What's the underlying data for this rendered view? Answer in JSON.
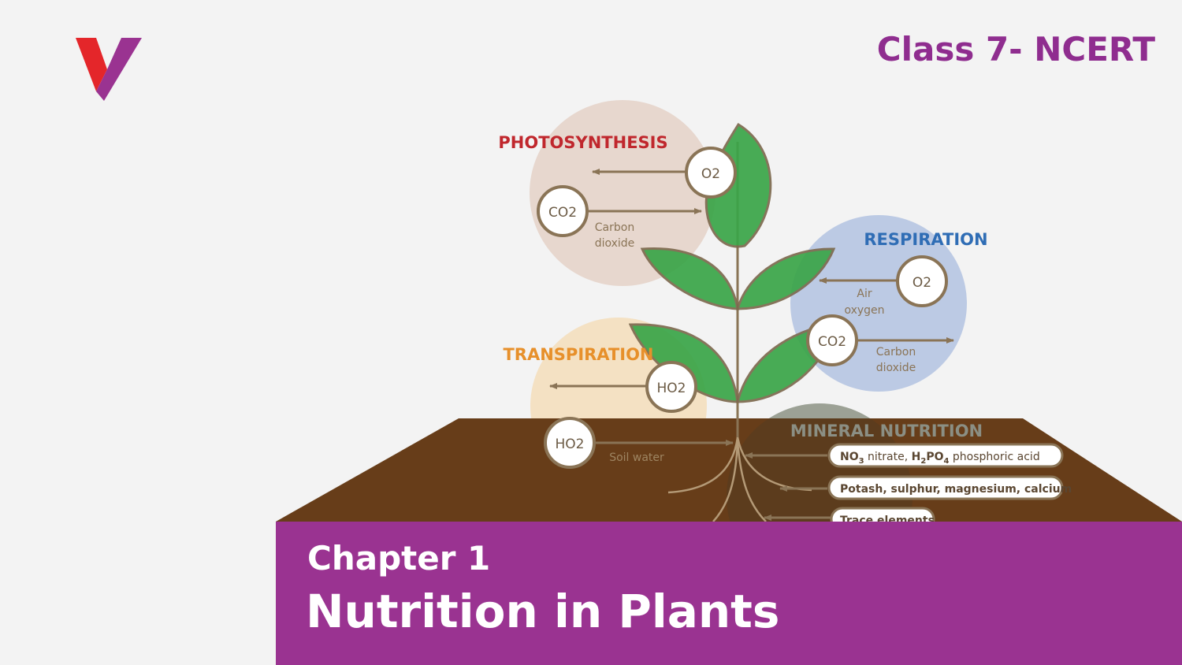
{
  "header": {
    "course": "Class 7- NCERT",
    "logo_icon": "v-brand-logo"
  },
  "diagram": {
    "photosynthesis": {
      "title": "PHOTOSYNTHESIS",
      "o2": "O2",
      "co2": "CO2",
      "co2_label_line1": "Carbon",
      "co2_label_line2": "dioxide"
    },
    "respiration": {
      "title": "RESPIRATION",
      "o2": "O2",
      "o2_label_line1": "Air",
      "o2_label_line2": "oxygen",
      "co2": "CO2",
      "co2_label_line1": "Carbon",
      "co2_label_line2": "dioxide"
    },
    "transpiration": {
      "title": "TRANSPIRATION",
      "leaf_bubble": "HO2",
      "soil_bubble": "HO2",
      "soil_label": "Soil water"
    },
    "mineral_nutrition": {
      "title": "MINERAL NUTRITION",
      "item1_part1": "NO",
      "item1_sub1": "3",
      "item1_part2": " nitrate, ",
      "item1_part3": "H",
      "item1_sub2": "2",
      "item1_part4": "PO",
      "item1_sub3": "4",
      "item1_part5": " phosphoric acid",
      "item2": "Potash, sulphur, magnesium, calcium",
      "item3": "Trace elements"
    },
    "colors": {
      "photosynthesis": "#c0272d",
      "respiration": "#2f6db5",
      "transpiration": "#e7902b",
      "mineral": "#8b8f84",
      "soil": "#6a3f1c",
      "leaf": "#3aa548"
    }
  },
  "banner": {
    "chapter": "Chapter 1",
    "title": "Nutrition in Plants"
  }
}
